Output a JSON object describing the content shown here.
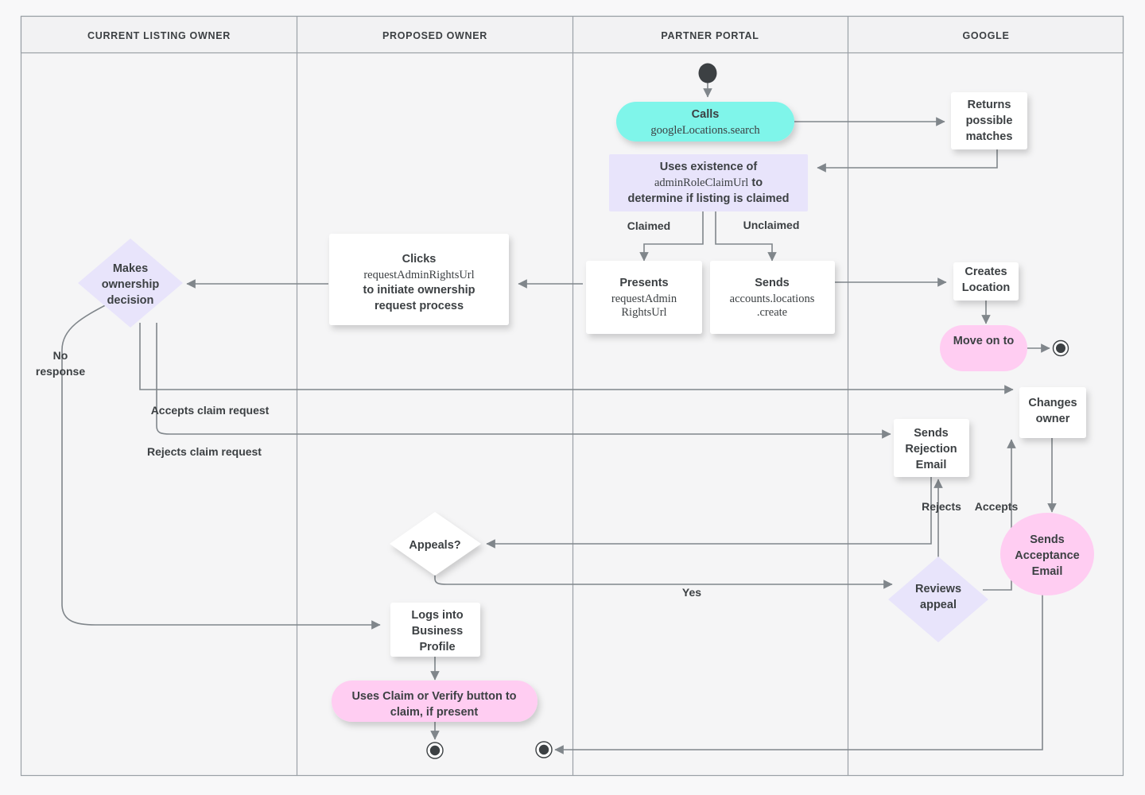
{
  "diagram": {
    "title": "Google Business Profile listing ownership transfer flow",
    "type": "swimlane-flowchart",
    "background_color": "#f8f8f9",
    "lane_fill": "#f7f7f8",
    "lane_border_color": "#9aa0a6",
    "text_color": "#3c4043",
    "edge_color": "#80868b"
  },
  "lanes": [
    {
      "id": "current-listing-owner",
      "label": "CURRENT LISTING OWNER"
    },
    {
      "id": "proposed-owner",
      "label": "PROPOSED OWNER"
    },
    {
      "id": "partner-portal",
      "label": "PARTNER PORTAL"
    },
    {
      "id": "google",
      "label": "GOOGLE"
    }
  ],
  "nodes": {
    "start_partner": {
      "label": "",
      "shape": "start-node",
      "lane": "partner-portal"
    },
    "calls_search": {
      "shape": "pill",
      "color": "#7ff5ea",
      "lane": "partner-portal",
      "line1": "Calls",
      "line2": "googleLocations.search"
    },
    "returns_matches": {
      "shape": "rect",
      "color": "#ffffff",
      "lane": "google",
      "line1": "Returns",
      "line2": "possible",
      "line3": "matches"
    },
    "uses_existence": {
      "shape": "rect",
      "color": "#e8e4fb",
      "lane": "partner-portal",
      "line1": "Uses existence of",
      "line2_mono": "adminRoleClaimUrl",
      "line2_tail": " to",
      "line3": "determine if listing is claimed"
    },
    "presents_url": {
      "shape": "rect",
      "color": "#ffffff",
      "lane": "partner-portal",
      "line1": "Presents",
      "line2": "requestAdmin",
      "line3": "RightsUrl"
    },
    "sends_create": {
      "shape": "rect",
      "color": "#ffffff",
      "lane": "partner-portal",
      "line1": "Sends",
      "line2": "accounts.locations",
      "line3": ".create"
    },
    "creates_location": {
      "shape": "rect",
      "color": "#ffffff",
      "lane": "google",
      "line1": "Creates",
      "line2": "Location"
    },
    "move_on_to": {
      "shape": "pill",
      "color": "#ffcdf2",
      "lane": "google",
      "line1": "Move on to"
    },
    "end_google": {
      "label": "",
      "shape": "end-node",
      "lane": "google"
    },
    "clicks_request": {
      "shape": "rect",
      "color": "#ffffff",
      "lane": "proposed-owner",
      "line1": "Clicks",
      "line2_mono": "requestAdminRightsUrl",
      "line3": "to initiate ownership",
      "line4": "request process"
    },
    "makes_decision": {
      "shape": "diamond",
      "color": "#e8e4fb",
      "lane": "current-listing-owner",
      "line1": "Makes",
      "line2": "ownership",
      "line3": "decision"
    },
    "changes_owner": {
      "shape": "rect",
      "color": "#ffffff",
      "lane": "google",
      "line1": "Changes",
      "line2": "owner"
    },
    "sends_rejection": {
      "shape": "rect",
      "color": "#ffffff",
      "lane": "google",
      "line1": "Sends",
      "line2": "Rejection",
      "line3": "Email"
    },
    "sends_acceptance": {
      "shape": "ellipse",
      "color": "#ffcdf2",
      "lane": "google",
      "line1": "Sends",
      "line2": "Acceptance",
      "line3": "Email"
    },
    "appeals": {
      "shape": "diamond",
      "color": "#ffffff",
      "lane": "proposed-owner",
      "line1": "Appeals?"
    },
    "reviews_appeal": {
      "shape": "diamond",
      "color": "#e8e4fb",
      "lane": "google",
      "line1": "Reviews",
      "line2": "appeal"
    },
    "logs_into": {
      "shape": "rect",
      "color": "#ffffff",
      "lane": "proposed-owner",
      "line1": "Logs into",
      "line2": "Business",
      "line3": "Profile"
    },
    "uses_claim": {
      "shape": "pill",
      "color": "#ffcdf2",
      "lane": "proposed-owner",
      "line1": "Uses Claim or Verify button to",
      "line2": "claim, if present"
    },
    "end_proposed": {
      "label": "",
      "shape": "end-node",
      "lane": "proposed-owner"
    },
    "end_partner": {
      "label": "",
      "shape": "end-node",
      "lane": "partner-portal"
    }
  },
  "edge_labels": {
    "claimed": "Claimed",
    "unclaimed": "Unclaimed",
    "no_response": {
      "line1": "No",
      "line2": "response"
    },
    "accepts_claim_request": "Accepts claim request",
    "rejects_claim_request": "Rejects claim request",
    "rejects": "Rejects",
    "accepts": "Accepts",
    "yes": "Yes"
  }
}
